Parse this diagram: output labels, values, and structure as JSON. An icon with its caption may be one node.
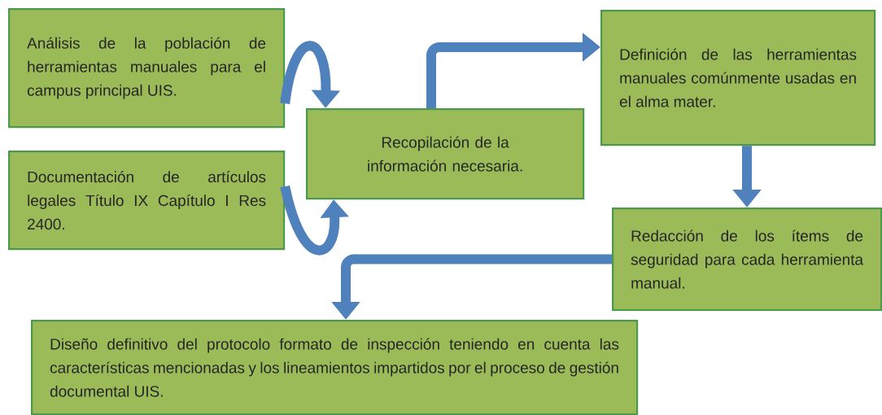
{
  "diagram": {
    "nodes": [
      {
        "text": [
          "Análisis de la población de herramientas manuales para el campus principal UIS."
        ]
      },
      {
        "text": [
          "Documentación de artículos legales Título IX Capítulo I Res 2400."
        ]
      },
      {
        "text": [
          "Recopilación de la información necesaria."
        ]
      },
      {
        "text": [
          "Definición de las herramientas manuales comúnmente usadas en el alma mater."
        ]
      },
      {
        "text": [
          "Redacción de los ítems de seguridad para cada herramienta manual."
        ]
      },
      {
        "text": [
          "Diseño definitivo del protocolo formato de inspección teniendo en cuenta las características mencionadas y los lineamientos impartidos por el proceso de gestión documental UIS."
        ]
      }
    ],
    "edges": [
      {
        "from": 0,
        "to": 2,
        "arrow": "to"
      },
      {
        "from": 1,
        "to": 2,
        "arrow": "to"
      },
      {
        "from": 2,
        "to": 3,
        "arrow": "to"
      },
      {
        "from": 3,
        "to": 4,
        "arrow": "to"
      },
      {
        "from": 4,
        "to": 5,
        "arrow": "to"
      }
    ]
  }
}
